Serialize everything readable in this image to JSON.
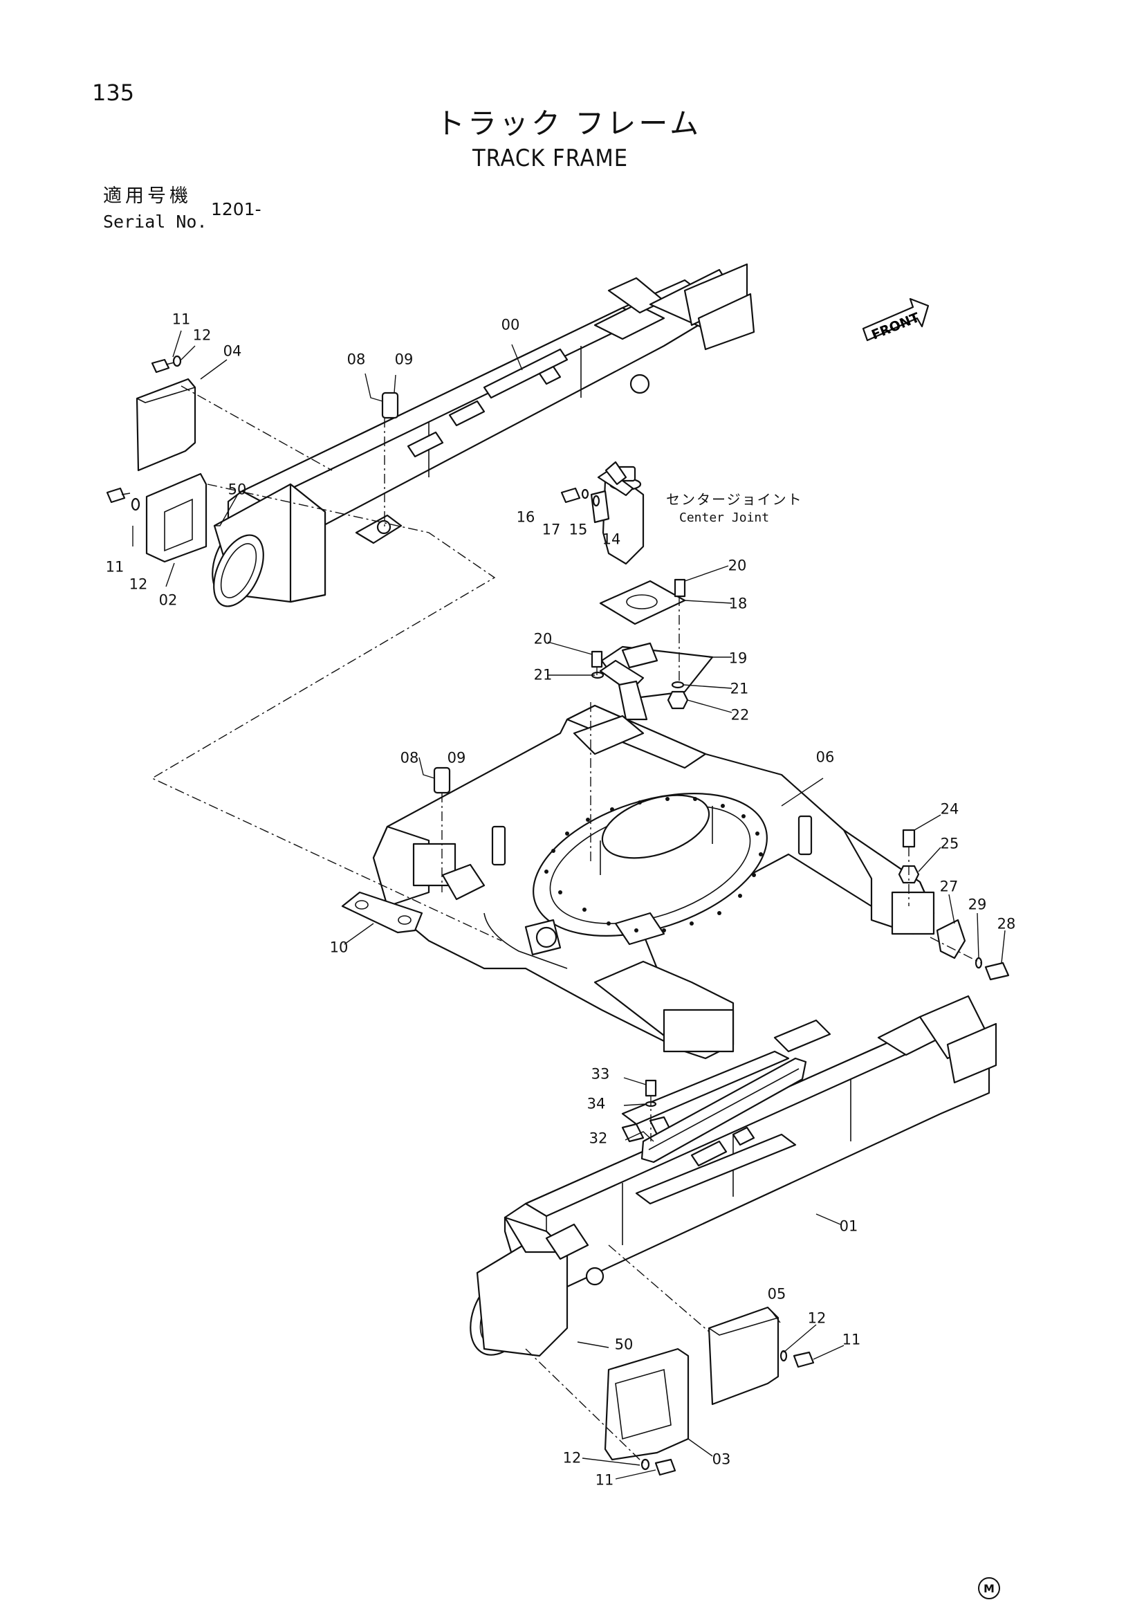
{
  "header": {
    "page_number": "135",
    "title_jp": "トラック フレーム",
    "title_en": "TRACK FRAME",
    "serial_label_jp": "適用号機",
    "serial_label_en": "Serial No.",
    "serial_value": "1201-"
  },
  "front_indicator": "FRONT",
  "center_joint": {
    "label_jp": "センタージョイント",
    "label_en": "Center Joint"
  },
  "callouts": {
    "c00": "00",
    "c11a": "11",
    "c12a": "12",
    "c04": "04",
    "c08a": "08",
    "c09a": "09",
    "c11b": "11",
    "c12b": "12",
    "c50a": "50",
    "c02": "02",
    "c16": "16",
    "c17": "17",
    "c15": "15",
    "c14": "14",
    "c20a": "20",
    "c18": "18",
    "c20b": "20",
    "c21a": "21",
    "c19": "19",
    "c21b": "21",
    "c22": "22",
    "c08b": "08",
    "c09b": "09",
    "c06": "06",
    "c10": "10",
    "c24": "24",
    "c25": "25",
    "c27": "27",
    "c29": "29",
    "c28": "28",
    "c33": "33",
    "c34": "34",
    "c32": "32",
    "c01": "01",
    "c05": "05",
    "c12c": "12",
    "c11c": "11",
    "c50b": "50",
    "c03": "03",
    "c12d": "12",
    "c11d": "11"
  },
  "footer_mark": "M"
}
